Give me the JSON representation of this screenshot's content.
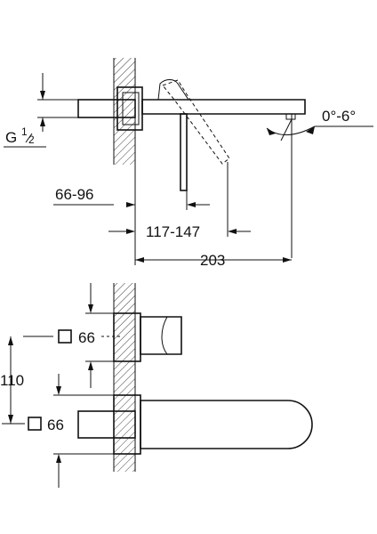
{
  "labels": {
    "pipe_thread_letter": "G",
    "pipe_thread_num": "1",
    "pipe_thread_den": "2",
    "angle_range": "0°-6°",
    "depth_range": "66-96",
    "lever_range": "117-147",
    "spout_length": "203",
    "height_center": "110",
    "square_top": "66",
    "square_bottom": "66"
  },
  "icons": {
    "square": "square-symbol"
  },
  "colors": {
    "line": "#111111",
    "background": "#ffffff"
  }
}
